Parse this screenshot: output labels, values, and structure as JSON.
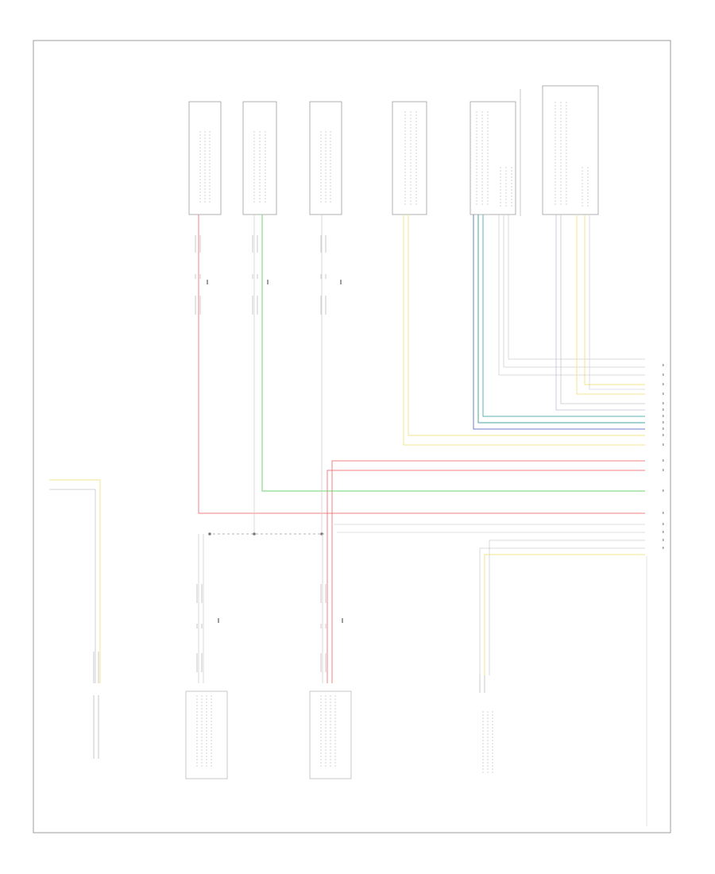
{
  "diagram": {
    "footer_code": "",
    "top_components": [
      {
        "id": "c1",
        "title_lines": [
          "",
          "",
          "",
          "",
          "",
          ""
        ]
      },
      {
        "id": "c2",
        "title_lines": [
          "",
          "",
          "",
          "",
          ""
        ]
      },
      {
        "id": "c3",
        "title_lines": [
          "",
          "",
          "",
          "",
          "",
          ""
        ]
      },
      {
        "id": "c4",
        "title_lines": [
          "",
          "",
          "",
          "",
          "",
          ""
        ]
      },
      {
        "id": "c5",
        "title_lines": [
          "",
          "",
          "",
          ""
        ]
      },
      {
        "id": "c6",
        "title_lines": [
          "",
          "",
          "",
          ""
        ]
      }
    ],
    "bottom_components": [
      {
        "id": "b1",
        "title_lines": [
          "",
          "",
          "",
          ""
        ]
      },
      {
        "id": "b2",
        "title_lines": [
          "",
          "",
          "",
          "",
          ""
        ]
      },
      {
        "id": "b3",
        "title_lines": [
          "",
          "",
          "",
          "",
          ""
        ]
      },
      {
        "id": "b4",
        "title_lines": [
          "",
          "",
          ""
        ]
      }
    ],
    "splice_label_lines": [
      "",
      "",
      ""
    ],
    "right_wire_labels": [
      "",
      "",
      "",
      "",
      "",
      "",
      "",
      "",
      "",
      "",
      "",
      "",
      "",
      "",
      "",
      "",
      "",
      "",
      ""
    ],
    "left_wire_labels": [
      "",
      ""
    ],
    "wire_colors": {
      "red": "#f08080",
      "green": "#6fd46f",
      "yellow": "#f0e68c",
      "blue": "#6b7fc8",
      "teal": "#4aa3a3",
      "gray": "#bdbdbd",
      "frame": "#9e9e9e"
    }
  }
}
